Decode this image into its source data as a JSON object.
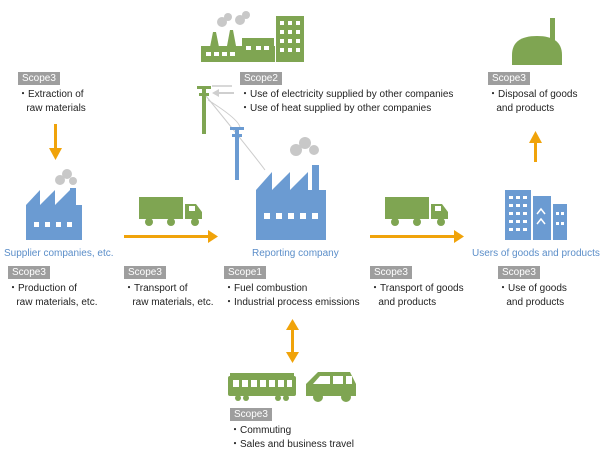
{
  "colors": {
    "blue": "#6b9bd2",
    "green": "#7fa552",
    "orange": "#f0a30a",
    "gray_badge": "#9e9e9e",
    "label_blue": "#5b8ec9"
  },
  "labels": {
    "supplier": "Supplier companies, etc.",
    "reporting": "Reporting company",
    "users": "Users of goods and products"
  },
  "blocks": {
    "extraction": {
      "scope": "Scope3",
      "lines": [
        "・Extraction of",
        "   raw materials"
      ]
    },
    "electricity": {
      "scope": "Scope2",
      "lines": [
        "・Use of electricity supplied by other companies",
        "・Use of heat supplied by other companies"
      ]
    },
    "disposal": {
      "scope": "Scope3",
      "lines": [
        "・Disposal of goods",
        "   and products"
      ]
    },
    "production": {
      "scope": "Scope3",
      "lines": [
        "・Production of",
        "   raw materials, etc."
      ]
    },
    "transport_raw": {
      "scope": "Scope3",
      "lines": [
        "・Transport of",
        "   raw materials, etc."
      ]
    },
    "fuel": {
      "scope": "Scope1",
      "lines": [
        "・Fuel combustion",
        "・Industrial process emissions"
      ]
    },
    "transport_goods": {
      "scope": "Scope3",
      "lines": [
        "・Transport of goods",
        "   and products"
      ]
    },
    "use_goods": {
      "scope": "Scope3",
      "lines": [
        "・Use of goods",
        "   and products"
      ]
    },
    "commuting": {
      "scope": "Scope3",
      "lines": [
        "・Commuting",
        "・Sales and business travel"
      ]
    }
  }
}
